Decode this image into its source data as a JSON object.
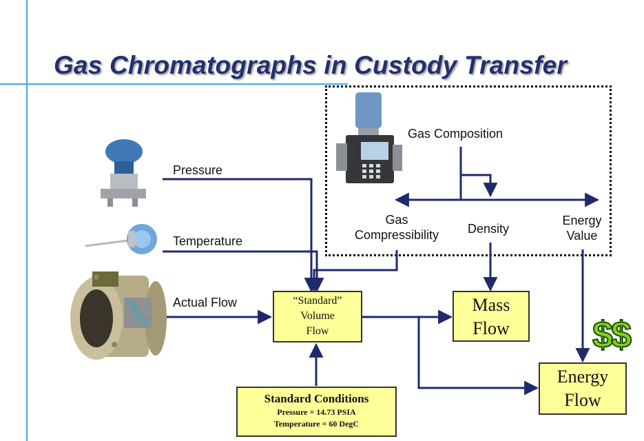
{
  "title": "Gas Chromatographs in Custody Transfer",
  "inputs": {
    "pressure": "Pressure",
    "temperature": "Temperature",
    "actual_flow": "Actual Flow"
  },
  "gc": {
    "composition": "Gas Composition",
    "compressibility_line1": "Gas",
    "compressibility_line2": "Compressibility",
    "density": "Density",
    "energy_line1": "Energy",
    "energy_line2": "Value"
  },
  "boxes": {
    "standard_volume_line1": "“Standard”",
    "standard_volume_line2": "Volume",
    "standard_volume_line3": "Flow",
    "mass_flow_line1": "Mass",
    "mass_flow_line2": "Flow",
    "energy_flow_line1": "Energy",
    "energy_flow_line2": "Flow"
  },
  "standard_conditions": {
    "heading": "Standard Conditions",
    "pressure": "Pressure = 14.73 PSIA",
    "temperature": "Temperature = 60 DegC"
  },
  "dollar_sign": "$$",
  "colors": {
    "wire": "#1f2a6b",
    "box_fill": "#ffff99",
    "title": "#23306e",
    "accent_line": "#3fa9d9",
    "dollar": "#7fd11b"
  }
}
